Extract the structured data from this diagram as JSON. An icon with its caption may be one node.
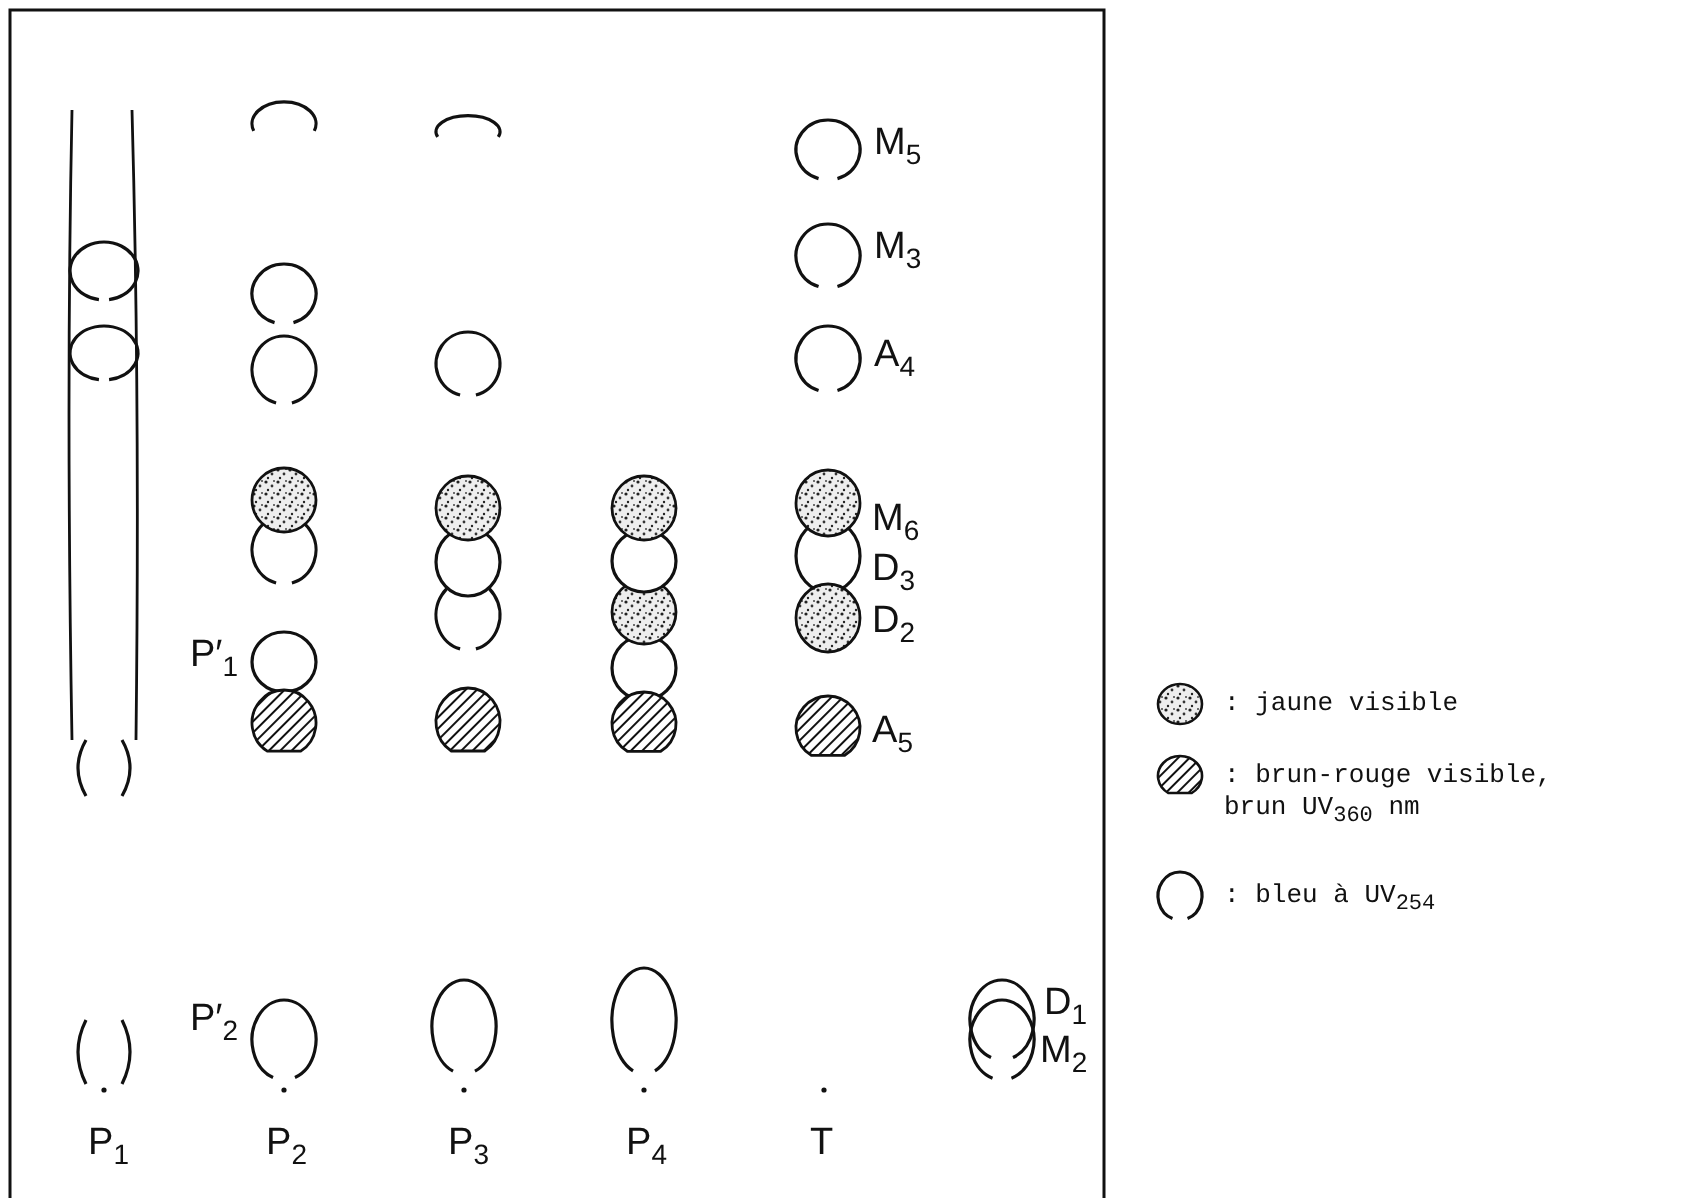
{
  "diagram": {
    "labels": [
      "M$_{5}$",
      "M$_{3}$",
      "A$_{4}$",
      "M$_{6}$",
      "D$_{3}$",
      "D$_{2}$",
      "P′$_{1}$",
      "A$_{5}$",
      "P′$_{2}$",
      "D$_{1}$",
      "M$_{2}$",
      "P$_{1}$",
      "P$_{2}$",
      "P$_{3}$",
      "P$_{4}$",
      "T"
    ],
    "legend": [
      {
        "text": ": jaune visible"
      },
      {
        "text": ": brun-rouge visible, brun UV$_{360}$ nm"
      },
      {
        "text": ": bleu à UV$_{254}$"
      }
    ]
  }
}
